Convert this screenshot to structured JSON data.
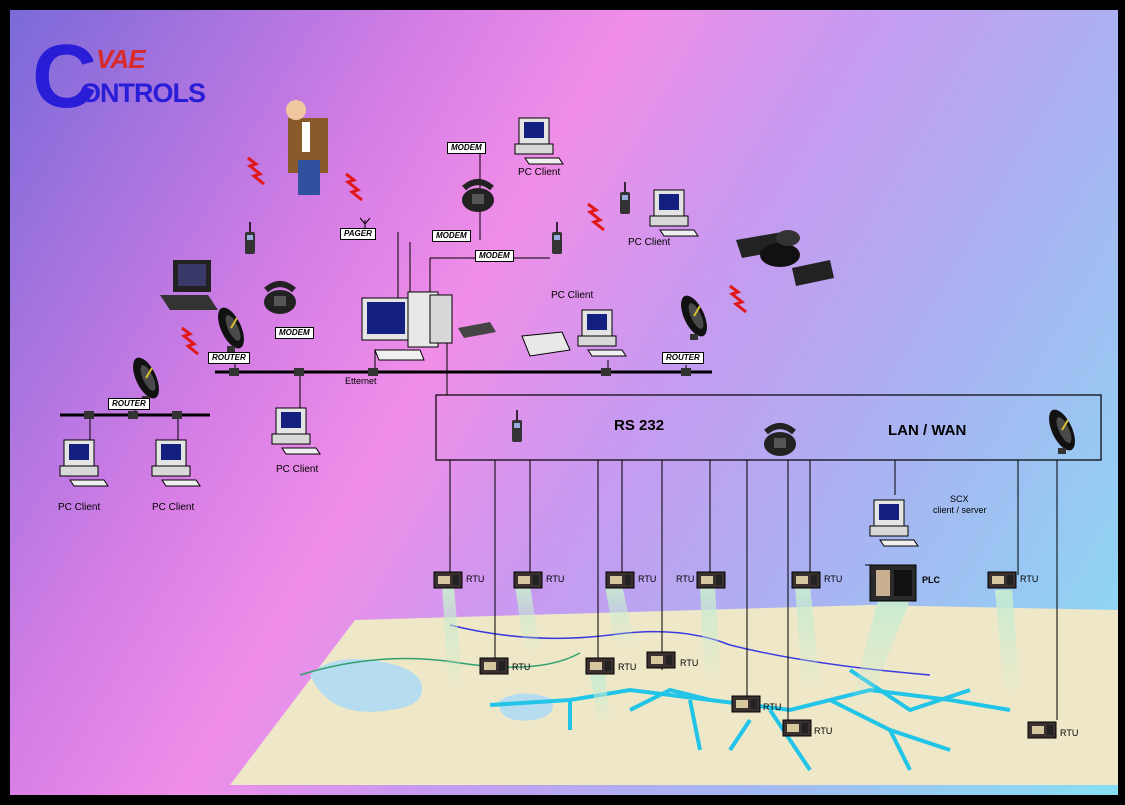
{
  "logo": {
    "c": "C",
    "rest": "ONTROLS",
    "top": "VAE"
  },
  "labels": {
    "pc_client_1": "PC Client",
    "pc_client_2": "PC Client",
    "pc_client_3": "PC Client",
    "pc_client_4": "PC Client",
    "pc_client_5": "PC Client",
    "pc_client_6": "PC Client",
    "ethernet": "Etternet",
    "rs232": "RS 232",
    "lan_wan": "LAN / WAN",
    "scx_line1": "SCX",
    "scx_line2": "client / server",
    "plc": "PLC"
  },
  "tags": {
    "modem_1": "MODEM",
    "modem_2": "MODEM",
    "modem_3": "MODEM",
    "modem_4": "MODEM",
    "pager": "PAGER",
    "router_1": "ROUTER",
    "router_2": "ROUTER",
    "router_3": "ROUTER"
  },
  "rtu_label": "RTU",
  "colors": {
    "logo_blue": "#2a1dd8",
    "logo_red": "#d82a2a",
    "network_line": "#000000",
    "pipe_cyan": "#22c4e8",
    "map_plane": "#efe8c8",
    "radio_red": "#e01818"
  }
}
